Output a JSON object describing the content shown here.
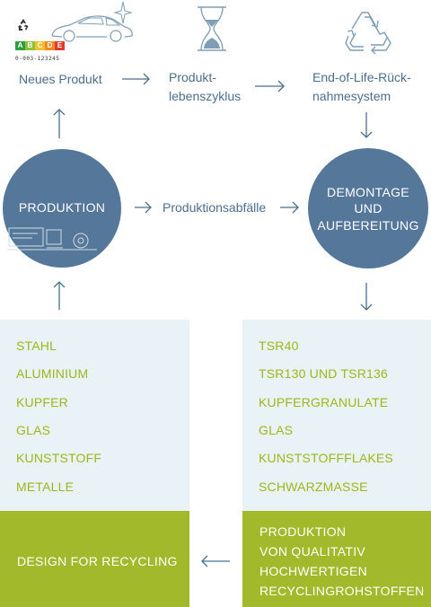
{
  "colors": {
    "label_blue": "#4b6f8f",
    "circle_blue": "#55789a",
    "panel_bg": "#e9f2f6",
    "list_green": "#9db71c",
    "box_green": "#a1b92a"
  },
  "top": {
    "new_product": "Neues Produkt",
    "lifecycle_line1": "Produkt-",
    "lifecycle_line2": "lebenszyklus",
    "eol_line1": "End-of-Life-Rück-",
    "eol_line2": "nahmesystem",
    "energy_label": {
      "letters": [
        "A",
        "B",
        "C",
        "D",
        "E"
      ],
      "colors": [
        "#2e9e3e",
        "#8cc23c",
        "#f2c12e",
        "#ef8a23",
        "#e03a2a"
      ],
      "barcode_text": "0-003-123245"
    }
  },
  "middle": {
    "production": "PRODUKTION",
    "production_waste": "Produktionsabfälle",
    "dismantling_line1": "DEMONTAGE",
    "dismantling_line2": "UND",
    "dismantling_line3": "AUFBEREITUNG"
  },
  "left_panel": {
    "items": [
      "STAHL",
      "ALUMINIUM",
      "KUPFER",
      "GLAS",
      "KUNSTSTOFF",
      "METALLE"
    ]
  },
  "right_panel": {
    "items": [
      "TSR40",
      "TSR130 UND TSR136",
      "KUPFERGRANULATE",
      "GLAS",
      "KUNSTSTOFFFLAKES",
      "SCHWARZMASSE"
    ]
  },
  "bottom": {
    "design_for_recycling": "DESIGN FOR RECYCLING",
    "production_line1": "PRODUKTION",
    "production_line2": "VON QUALITATIV",
    "production_line3": "HOCHWERTIGEN",
    "production_line4": "RECYCLINGROHSTOFFEN"
  }
}
